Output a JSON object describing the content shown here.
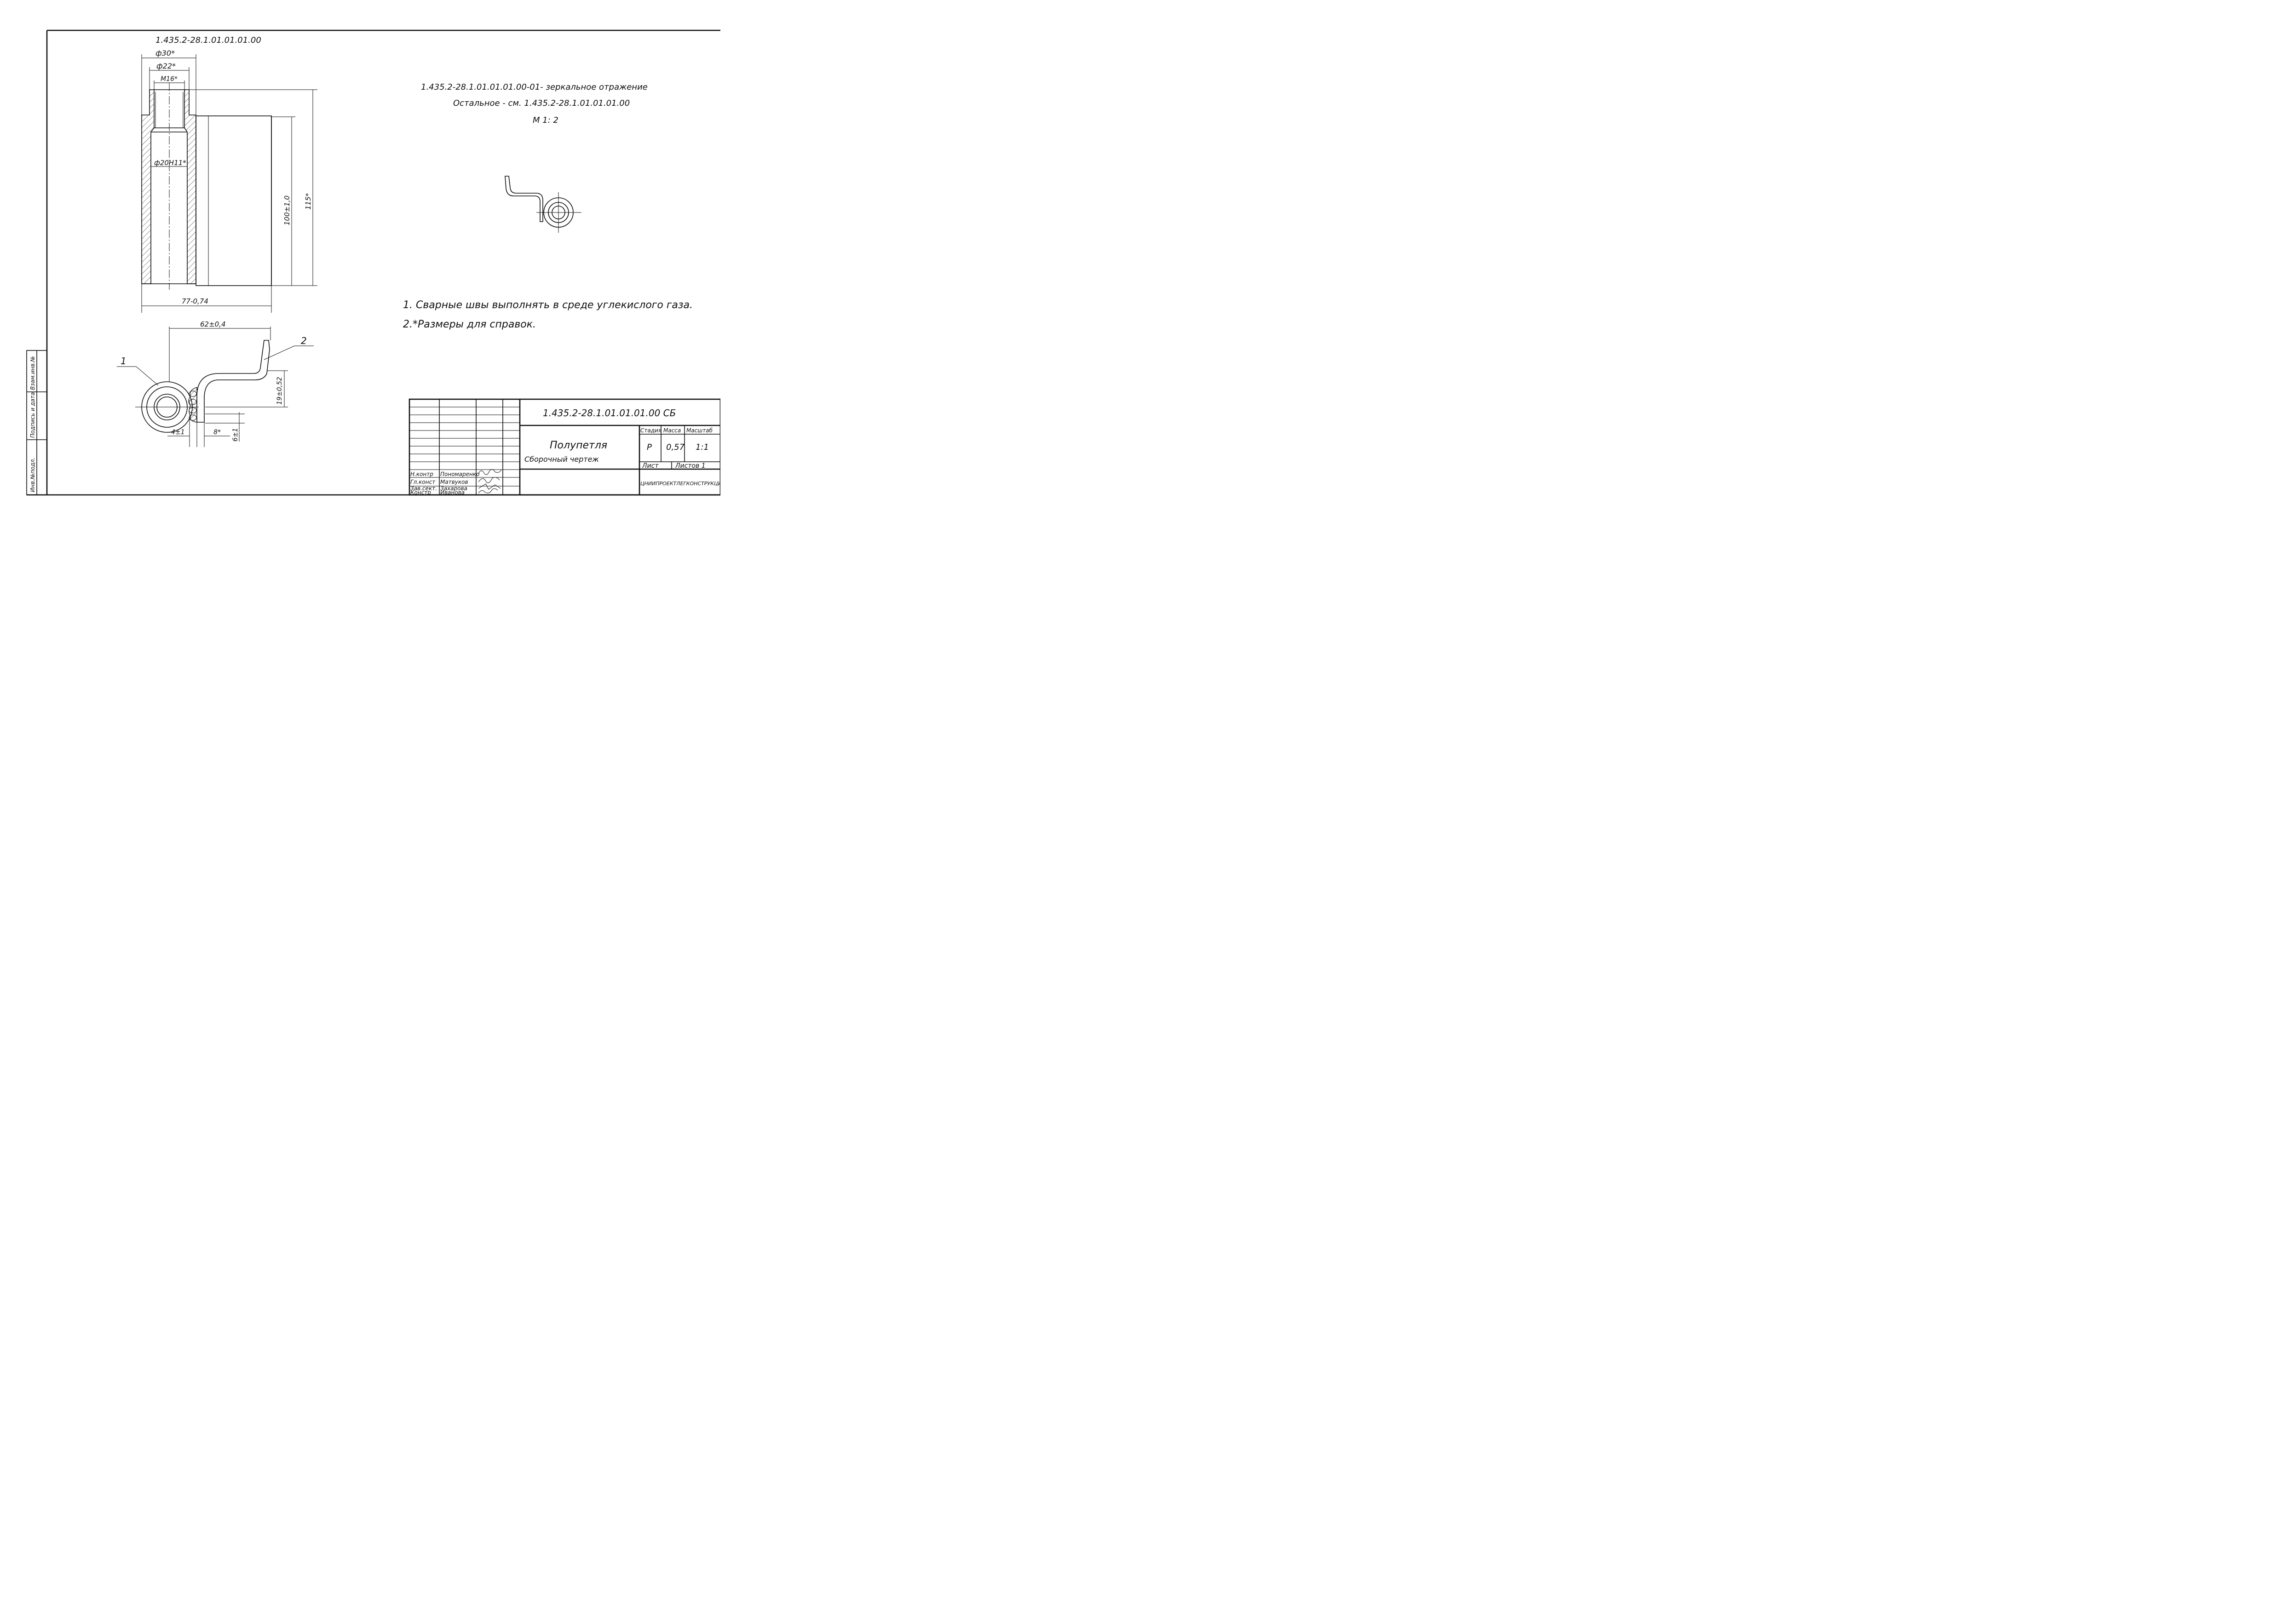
{
  "part_view": {
    "designation": "1.435.2-28.1.01.01.01.00",
    "dims": {
      "outer_dia": "ф30*",
      "inner_dia": "ф22*",
      "thread": "M16*",
      "bore": "ф20H11*",
      "length_100": "100±1,0",
      "length_115": "115*",
      "width_77": "77-0,74"
    }
  },
  "notes_top": {
    "line1": "1.435.2-28.1.01.01.01.00-01- зеркальное отражение",
    "line2": "Остальное - см. 1.435.2-28.1.01.01.01.00",
    "scale": "М 1: 2"
  },
  "assembly_view": {
    "dims": {
      "d62": "62±0,4",
      "d19": "19±0,52",
      "d4": "4±1",
      "d8": "8*",
      "d6": "6±1"
    },
    "callouts": [
      "1",
      "2"
    ]
  },
  "notes": {
    "note1": "1. Сварные швы выполнять в среде углекислого газа.",
    "note2": "2.*Размеры для справок."
  },
  "side_stamp": {
    "inv_no": "Инв.№подл.",
    "sign_date": "Подпись и дата",
    "replace_inv": "Взам.инв.№"
  },
  "title_block": {
    "doc_code": "1.435.2-28.1.01.01.01.00 СБ",
    "title_line1": "Полупетля",
    "title_line2": "Сборочный чертеж",
    "headers": {
      "stage": "Стадия",
      "mass": "Масса",
      "scale": "Масштаб",
      "sheet": "Лист",
      "sheets": "Листов 1"
    },
    "stage": "Р",
    "mass": "0,57",
    "scale": "1:1",
    "organization": "ЦНИИПРОЕКТЛЕГКОНСТРУКЦИЯ",
    "staff": [
      {
        "role": "Н.контр",
        "name": "Пономаренко"
      },
      {
        "role": "Гл.конст",
        "name": "Матвуков"
      },
      {
        "role": "Зав.сект.",
        "name": "Захарова"
      },
      {
        "role": "Констр",
        "name": "Иванова"
      }
    ]
  }
}
